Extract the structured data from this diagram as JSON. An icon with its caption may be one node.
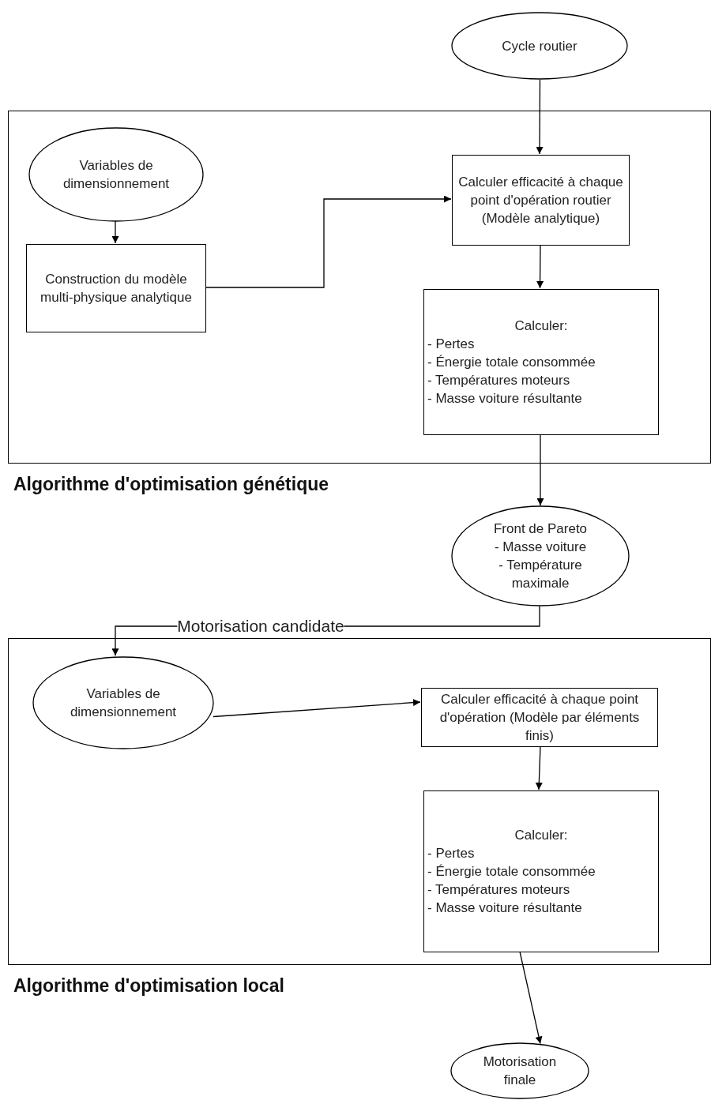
{
  "diagram": {
    "nodes": [
      {
        "text": [
          "Cycle routier"
        ]
      },
      {
        "text": [
          "Algorithme d'optimisation génétique"
        ]
      },
      {
        "text": [
          "Variables de dimensionnement"
        ],
        "in": 1
      },
      {
        "text": [
          "Construction du modèle multi-physique analytique"
        ],
        "in": 1
      },
      {
        "text": [
          "Calculer efficacité à chaque point d'opération routier (Modèle analytique)"
        ],
        "in": 1
      },
      {
        "text": [
          "Calculer:",
          "- Pertes",
          "- Énergie totale consommée",
          "- Températures moteurs",
          "- Masse voiture résultante"
        ],
        "in": 1
      },
      {
        "text": [
          "Front de Pareto",
          "- Masse voiture",
          "- Température maximale"
        ]
      },
      {
        "text": [
          "Algorithme d'optimisation local"
        ]
      },
      {
        "text": [
          "Variables de dimensionnement"
        ],
        "in": 7
      },
      {
        "text": [
          "Calculer efficacité à chaque point d'opération (Modèle par éléments finis)"
        ],
        "in": 7
      },
      {
        "text": [
          "Calculer:",
          "- Pertes",
          "- Énergie totale consommée",
          "- Températures moteurs",
          "- Masse voiture résultante"
        ],
        "in": 7
      },
      {
        "text": [
          "Motorisation finale"
        ]
      }
    ],
    "edges": [
      {
        "from": 0,
        "to": 4,
        "arrow": "to"
      },
      {
        "from": 2,
        "to": 3,
        "arrow": "to"
      },
      {
        "from": 3,
        "to": 4,
        "arrow": "to"
      },
      {
        "from": 4,
        "to": 5,
        "arrow": "to"
      },
      {
        "from": 5,
        "to": 6,
        "arrow": "to"
      },
      {
        "from": 6,
        "to": 8,
        "arrow": "to",
        "label": "Motorisation candidate"
      },
      {
        "from": 8,
        "to": 9,
        "arrow": "to"
      },
      {
        "from": 9,
        "to": 10,
        "arrow": "to"
      },
      {
        "from": 10,
        "to": 11,
        "arrow": "to"
      }
    ]
  }
}
